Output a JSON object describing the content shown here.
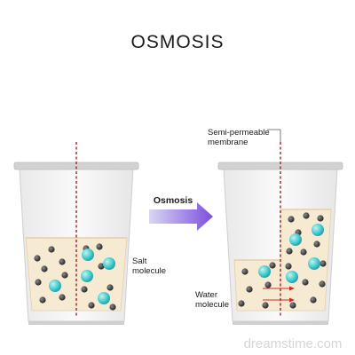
{
  "title": "OSMOSIS",
  "arrow_label": "Osmosis",
  "labels": {
    "membrane_line1": "Semi-permeable",
    "membrane_line2": "membrane",
    "salt_line1": "Salt",
    "salt_line2": "molecule",
    "water_line1": "Water",
    "water_line2": "molecule"
  },
  "watermark": "dreamstime.com",
  "colors": {
    "solution": "#f7ead2",
    "salt": "#4fd0d2",
    "water": "#2f2f2f",
    "membrane": "#8b1a1a",
    "glass_rim": "#c9c9c9",
    "arrow_start": "#c9c6ef",
    "arrow_end": "#7a4fe0",
    "flow_arrow": "#d22a2a"
  }
}
